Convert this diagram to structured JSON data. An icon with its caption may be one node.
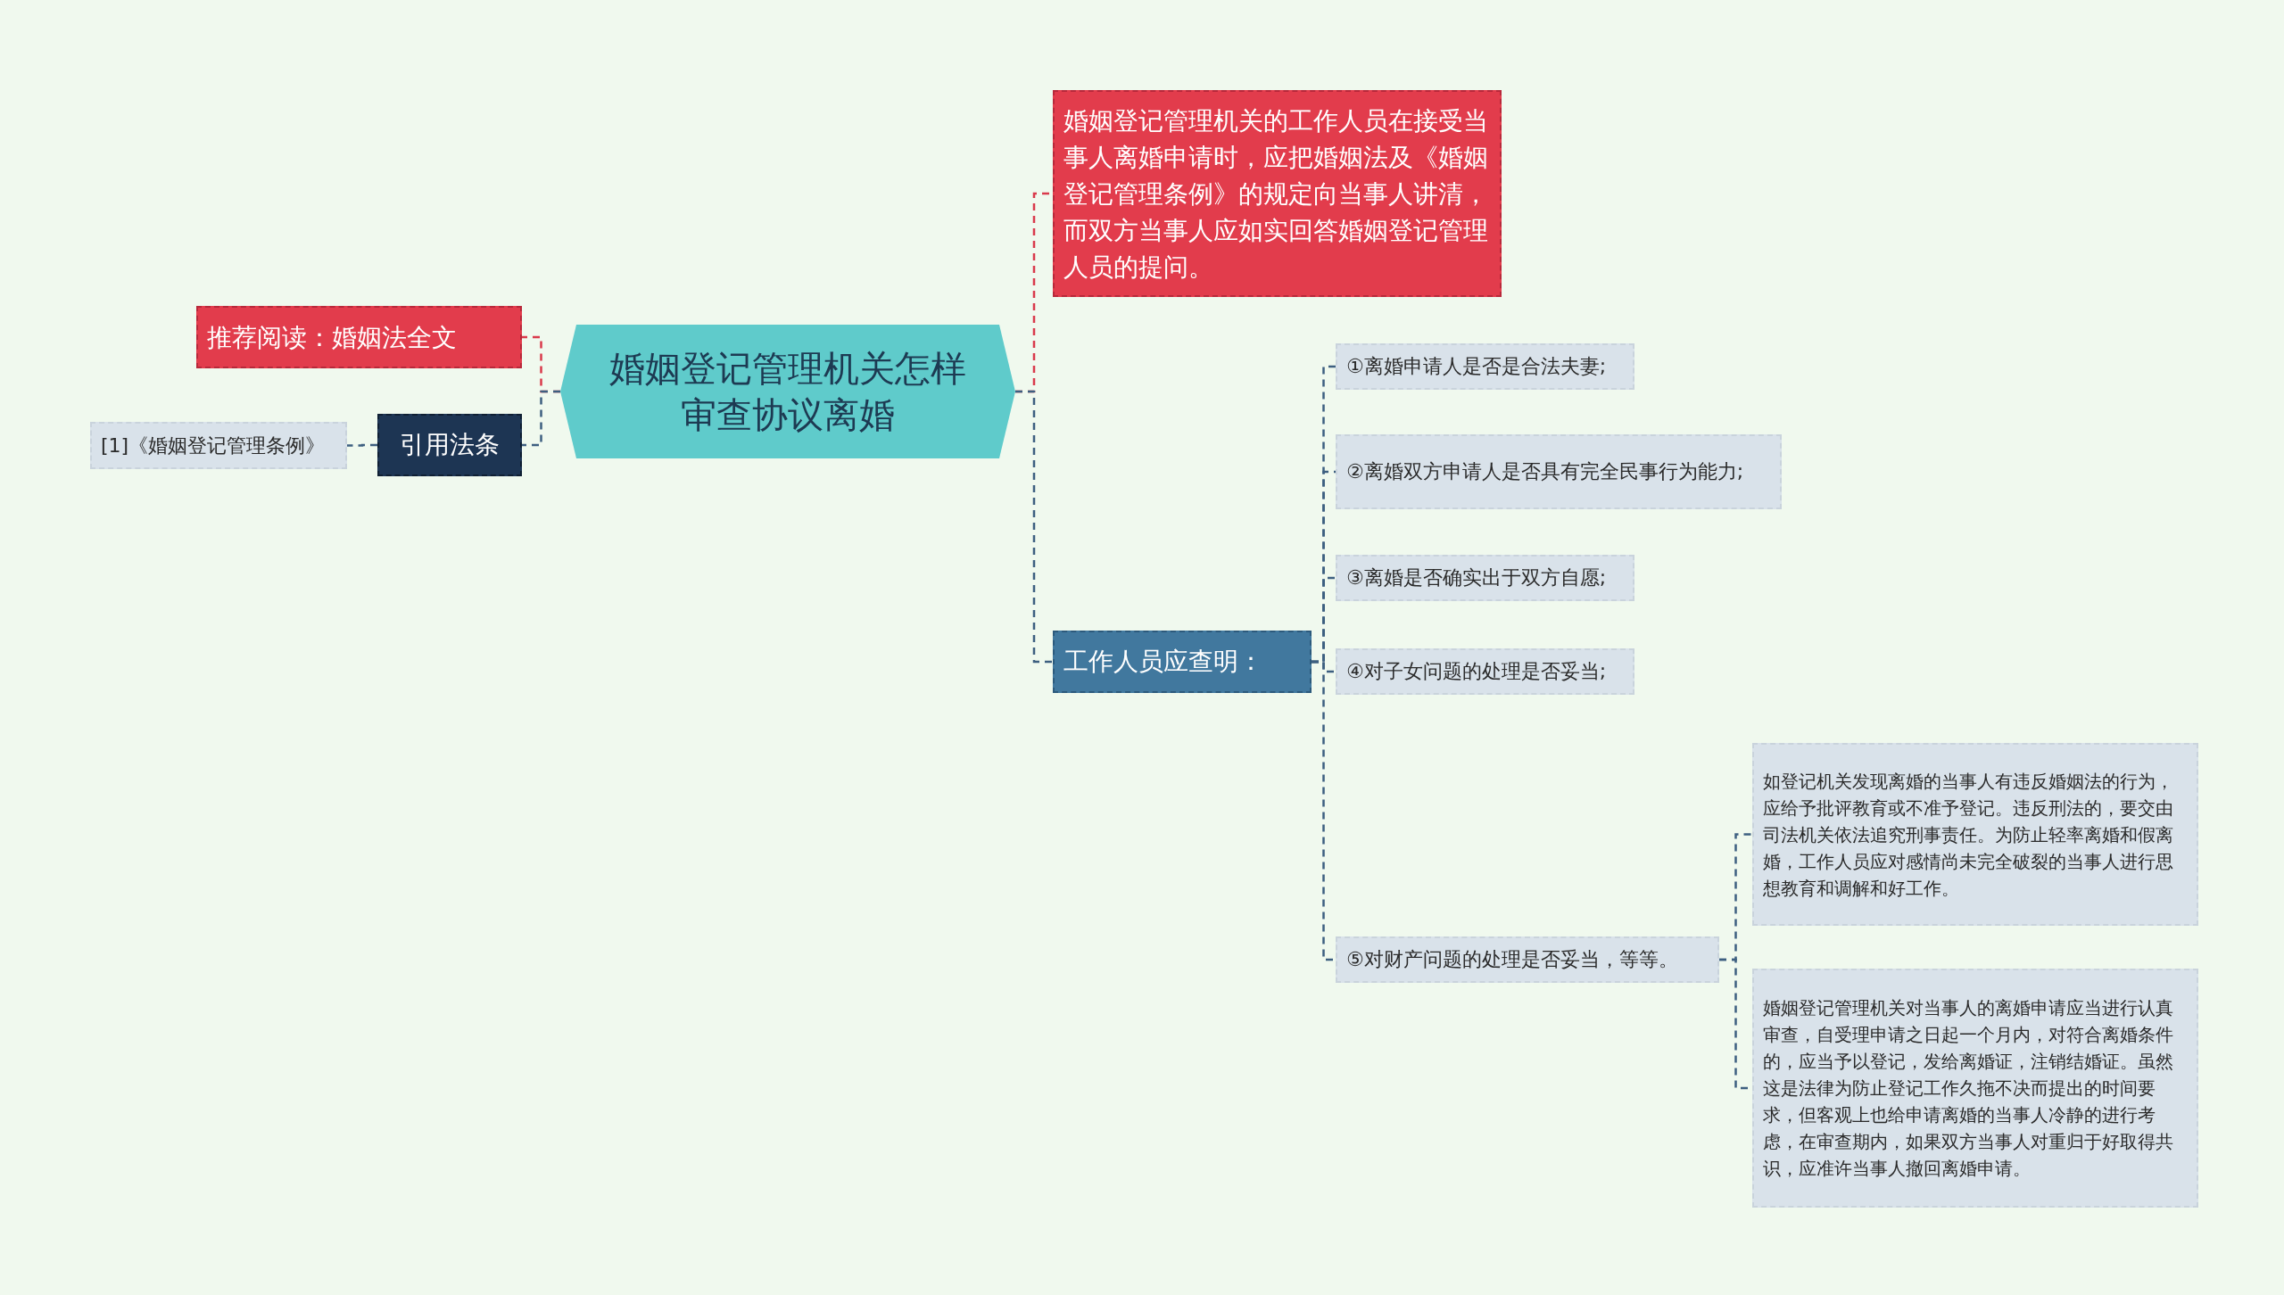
{
  "diagram": {
    "nodes": [
      {
        "text": [
          "婚姻登记管理机关怎样审查协议离婚"
        ]
      },
      {
        "text": [
          "推荐阅读：婚姻法全文"
        ]
      },
      {
        "text": [
          "引用法条"
        ]
      },
      {
        "text": [
          "[1]《婚姻登记管理条例》"
        ]
      },
      {
        "text": [
          "婚姻登记管理机关的工作人员在接受当事人离婚申请时，应把婚姻法及《婚姻登记管理条例》的规定向当事人讲清，而双方当事人应如实回答婚姻登记管理人员的提问。"
        ]
      },
      {
        "text": [
          "工作人员应查明："
        ]
      },
      {
        "text": [
          "①离婚申请人是否是合法夫妻;"
        ]
      },
      {
        "text": [
          "②离婚双方申请人是否具有完全民事行为能力;"
        ]
      },
      {
        "text": [
          "③离婚是否确实出于双方自愿;"
        ]
      },
      {
        "text": [
          "④对子女问题的处理是否妥当;"
        ]
      },
      {
        "text": [
          "⑤对财产问题的处理是否妥当，等等。"
        ]
      },
      {
        "text": [
          "如登记机关发现离婚的当事人有违反婚姻法的行为，应给予批评教育或不准予登记。违反刑法的，要交由司法机关依法追究刑事责任。为防止轻率离婚和假离婚，工作人员应对感情尚未完全破裂的当事人进行思想教育和调解和好工作。"
        ]
      },
      {
        "text": [
          "婚姻登记管理机关对当事人的离婚申请应当进行认真审查，自受理申请之日起一个月内，对符合离婚条件的，应当予以登记，发给离婚证，注销结婚证。虽然这是法律为防止登记工作久拖不决而提出的时间要求，但客观上也给申请离婚的当事人冷静的进行考虑，在审查期内，如果双方当事人对重归于好取得共识，应准许当事人撤回离婚申请。"
        ]
      }
    ],
    "edges": [
      {
        "from": 0,
        "to": 1,
        "arrow": "none",
        "style": "dashed",
        "color": "#d93a4b"
      },
      {
        "from": 0,
        "to": 2,
        "arrow": "none",
        "style": "dashed"
      },
      {
        "from": 2,
        "to": 3,
        "arrow": "none",
        "style": "dashed"
      },
      {
        "from": 0,
        "to": 4,
        "arrow": "none",
        "style": "dashed",
        "color": "#d93a4b"
      },
      {
        "from": 0,
        "to": 5,
        "arrow": "none",
        "style": "dashed"
      },
      {
        "from": 5,
        "to": 6,
        "arrow": "none",
        "style": "dashed"
      },
      {
        "from": 5,
        "to": 7,
        "arrow": "none",
        "style": "dashed"
      },
      {
        "from": 5,
        "to": 8,
        "arrow": "none",
        "style": "dashed"
      },
      {
        "from": 5,
        "to": 9,
        "arrow": "none",
        "style": "dashed"
      },
      {
        "from": 5,
        "to": 10,
        "arrow": "none",
        "style": "dashed"
      },
      {
        "from": 10,
        "to": 11,
        "arrow": "none",
        "style": "dashed"
      },
      {
        "from": 10,
        "to": 12,
        "arrow": "none",
        "style": "dashed"
      }
    ]
  }
}
